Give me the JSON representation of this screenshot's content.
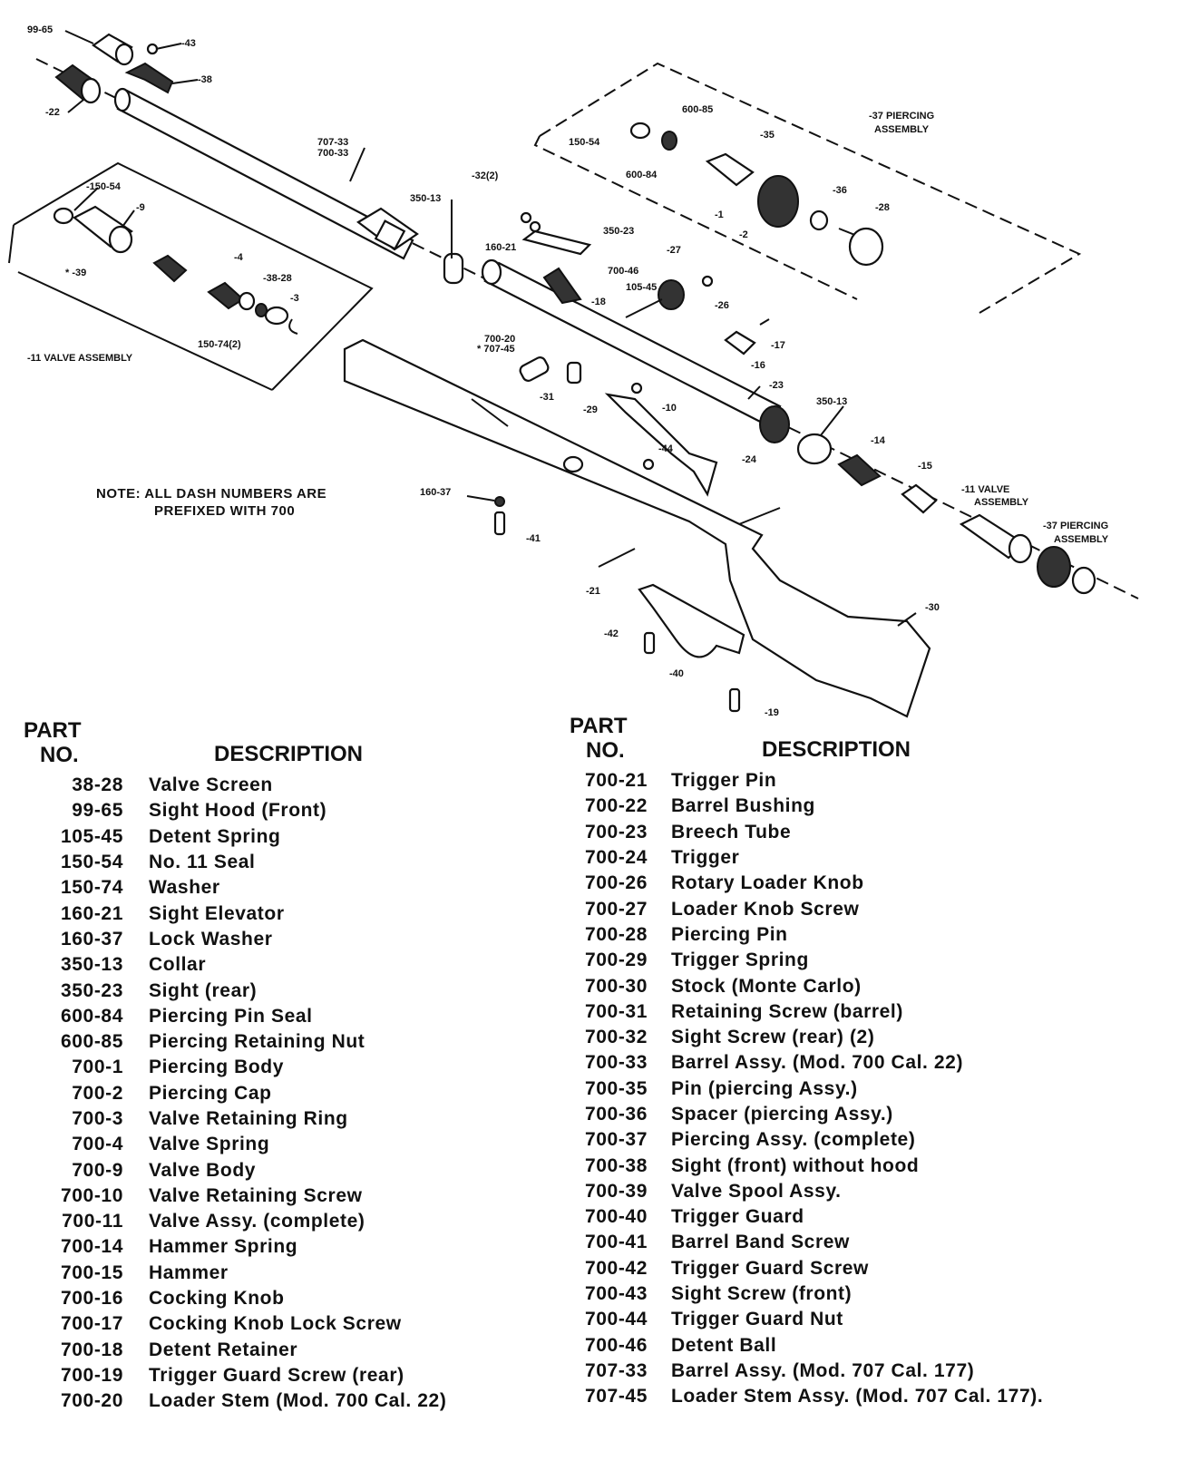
{
  "note": {
    "line1": "NOTE:  ALL DASH NUMBERS ARE",
    "line2": "PREFIXED WITH 700"
  },
  "callouts": {
    "c99_65": "99-65",
    "c43": "-43",
    "c38": "-38",
    "c22": "-22",
    "c707_33": "707-33",
    "c700_33": "700-33",
    "c150_54_left": "-150-54",
    "c9": "-9",
    "c39": "* -39",
    "c4": "-4",
    "c38_28": "-38-28",
    "c3": "-3",
    "c150_74": "150-74(2)",
    "valve_assembly_left": "-11 VALVE ASSEMBLY",
    "c350_13_top": "350-13",
    "c32": "-32(2)",
    "c350_23": "350-23",
    "c160_21": "160-21",
    "c700_46": "700-46",
    "c105_45": "105-45",
    "c18": "-18",
    "c27": "-27",
    "c26": "-26",
    "c700_20": "700-20",
    "c707_45": "* 707-45",
    "c31": "-31",
    "c29": "-29",
    "c10": "-10",
    "c17": "-17",
    "c16": "-16",
    "c23": "-23",
    "c44": "-44",
    "c24": "-24",
    "c350_13_right": "350-13",
    "c14": "-14",
    "c15": "-15",
    "c160_37": "160-37",
    "c41": "-41",
    "c21": "-21",
    "c42": "-42",
    "c40": "-40",
    "c19": "-19",
    "c30": "-30",
    "valve_assembly_right_1": "-11 VALVE",
    "valve_assembly_right_2": "ASSEMBLY",
    "piercing_assembly_right_1": "-37 PIERCING",
    "piercing_assembly_right_2": "ASSEMBLY",
    "c600_85": "600-85",
    "c150_54_right": "150-54",
    "c600_84": "600-84",
    "c35": "-35",
    "c1": "-1",
    "c2": "-2",
    "c36": "-36",
    "c28": "-28",
    "piercing_assembly_top_1": "-37 PIERCING",
    "piercing_assembly_top_2": "ASSEMBLY"
  },
  "headers": {
    "part": "PART",
    "no": "NO.",
    "description": "DESCRIPTION"
  },
  "left_parts": [
    {
      "no": "38-28",
      "desc": "Valve Screen"
    },
    {
      "no": "99-65",
      "desc": "Sight Hood (Front)"
    },
    {
      "no": "105-45",
      "desc": "Detent Spring"
    },
    {
      "no": "150-54",
      "desc": "No. 11 Seal"
    },
    {
      "no": "150-74",
      "desc": "Washer"
    },
    {
      "no": "160-21",
      "desc": "Sight Elevator"
    },
    {
      "no": "160-37",
      "desc": "Lock Washer"
    },
    {
      "no": "350-13",
      "desc": "Collar"
    },
    {
      "no": "350-23",
      "desc": "Sight (rear)"
    },
    {
      "no": "600-84",
      "desc": "Piercing Pin Seal"
    },
    {
      "no": "600-85",
      "desc": "Piercing Retaining Nut"
    },
    {
      "no": "700-1",
      "desc": "Piercing Body"
    },
    {
      "no": "700-2",
      "desc": "Piercing Cap"
    },
    {
      "no": "700-3",
      "desc": "Valve Retaining Ring"
    },
    {
      "no": "700-4",
      "desc": "Valve Spring"
    },
    {
      "no": "700-9",
      "desc": "Valve Body"
    },
    {
      "no": "700-10",
      "desc": "Valve Retaining Screw"
    },
    {
      "no": "700-11",
      "desc": "Valve Assy. (complete)"
    },
    {
      "no": "700-14",
      "desc": "Hammer Spring"
    },
    {
      "no": "700-15",
      "desc": "Hammer"
    },
    {
      "no": "700-16",
      "desc": "Cocking Knob"
    },
    {
      "no": "700-17",
      "desc": "Cocking Knob Lock Screw"
    },
    {
      "no": "700-18",
      "desc": "Detent Retainer"
    },
    {
      "no": "700-19",
      "desc": "Trigger Guard Screw (rear)"
    },
    {
      "no": "700-20",
      "desc": "Loader Stem (Mod. 700 Cal. 22)"
    }
  ],
  "right_parts": [
    {
      "no": "700-21",
      "desc": "Trigger Pin"
    },
    {
      "no": "700-22",
      "desc": "Barrel Bushing"
    },
    {
      "no": "700-23",
      "desc": "Breech Tube"
    },
    {
      "no": "700-24",
      "desc": "Trigger"
    },
    {
      "no": "700-26",
      "desc": "Rotary Loader Knob"
    },
    {
      "no": "700-27",
      "desc": "Loader Knob Screw"
    },
    {
      "no": "700-28",
      "desc": "Piercing Pin"
    },
    {
      "no": "700-29",
      "desc": "Trigger Spring"
    },
    {
      "no": "700-30",
      "desc": "Stock (Monte Carlo)"
    },
    {
      "no": "700-31",
      "desc": "Retaining Screw (barrel)"
    },
    {
      "no": "700-32",
      "desc": "Sight Screw (rear) (2)"
    },
    {
      "no": "700-33",
      "desc": "Barrel Assy. (Mod. 700 Cal. 22)"
    },
    {
      "no": "700-35",
      "desc": "Pin (piercing Assy.)"
    },
    {
      "no": "700-36",
      "desc": "Spacer (piercing Assy.)"
    },
    {
      "no": "700-37",
      "desc": "Piercing Assy. (complete)"
    },
    {
      "no": "700-38",
      "desc": "Sight (front) without hood"
    },
    {
      "no": "700-39",
      "desc": "Valve Spool Assy."
    },
    {
      "no": "700-40",
      "desc": "Trigger Guard"
    },
    {
      "no": "700-41",
      "desc": "Barrel Band Screw"
    },
    {
      "no": "700-42",
      "desc": "Trigger Guard Screw"
    },
    {
      "no": "700-43",
      "desc": "Sight Screw (front)"
    },
    {
      "no": "700-44",
      "desc": "Trigger Guard Nut"
    },
    {
      "no": "700-46",
      "desc": "Detent Ball"
    },
    {
      "no": "707-33",
      "desc": "Barrel Assy. (Mod. 707 Cal. 177)"
    },
    {
      "no": "707-45",
      "desc": "Loader Stem Assy. (Mod. 707 Cal. 177)."
    }
  ]
}
